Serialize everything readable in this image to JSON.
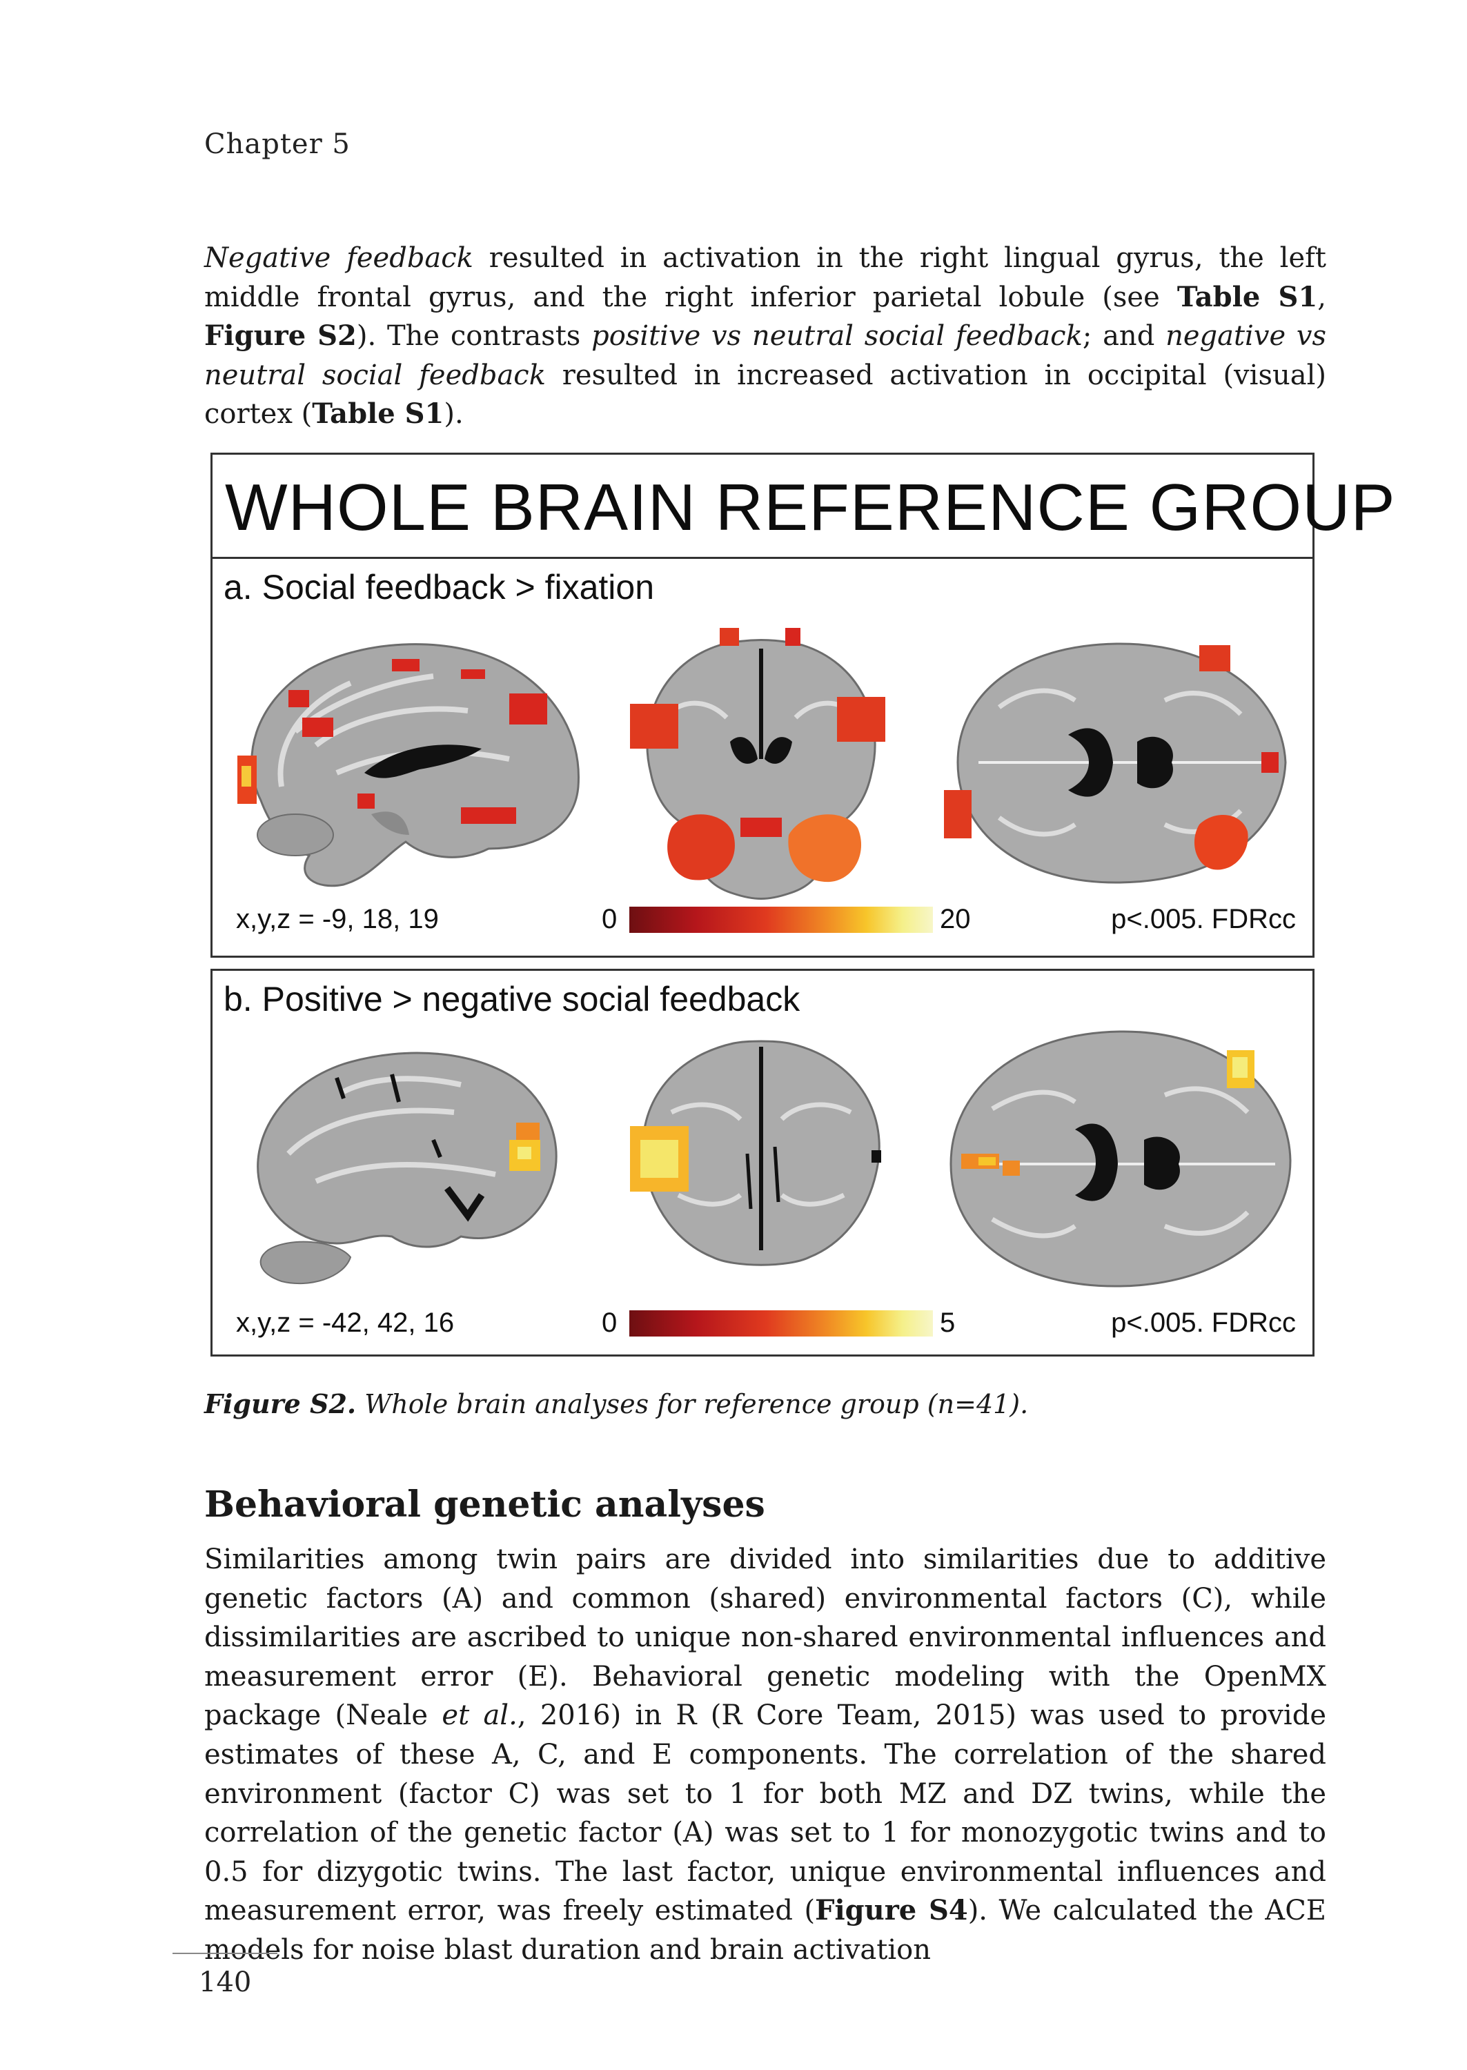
{
  "header": {
    "chapter": "Chapter 5"
  },
  "para1": {
    "s1": "Negative feedback",
    "s2": " resulted in activation in the right lingual gyrus, the left middle frontal gyrus, and the right inferior parietal lobule (see ",
    "s3": "Table S1",
    "s4": ", ",
    "s5": "Figure S2",
    "s6": "). The contrasts ",
    "s7": "positive vs neutral social feedback",
    "s8": "; and ",
    "s9": "negative vs neutral social feedback",
    "s10": " resulted in increased activation in occipital (visual) cortex (",
    "s11": "Table S1",
    "s12": ")."
  },
  "figure": {
    "title": "WHOLE BRAIN REFERENCE GROUP",
    "panel_a": {
      "title": "a. Social feedback > fixation",
      "coords": "x,y,z = -9, 18, 19",
      "scale_min": "0",
      "scale_max": "20",
      "threshold": "p<.005. FDRcc"
    },
    "panel_b": {
      "title": "b. Positive > negative social feedback",
      "coords": "x,y,z = -42, 42, 16",
      "scale_min": "0",
      "scale_max": "5",
      "threshold": "p<.005. FDRcc"
    }
  },
  "caption": {
    "label": "Figure S2.",
    "text": " Whole brain analyses for reference group (n=41)."
  },
  "section": {
    "heading": "Behavioral genetic analyses"
  },
  "para2": {
    "s1": "Similarities among twin pairs are divided into similarities due to additive genetic factors (A) and common (shared) environmental factors (C), while dissimilarities are ascribed to unique non-shared environmental influences and measurement error (E). Behavioral genetic modeling with the OpenMX package (Neale ",
    "s2": "et al.",
    "s3": ", 2016) in R (R Core Team, 2015) was used to provide estimates of these A, C, and E components. The correlation of the shared environment (factor C) was set to 1 for both MZ and DZ twins, while the correlation of the genetic factor (A) was set to 1 for monozygotic twins and to 0.5 for dizygotic twins. The last factor, unique environmental influences and measurement error, was freely estimated (",
    "s4": "Figure S4",
    "s5": "). We calculated the ACE models for noise blast duration and brain activation"
  },
  "footer": {
    "page_number": "140"
  }
}
